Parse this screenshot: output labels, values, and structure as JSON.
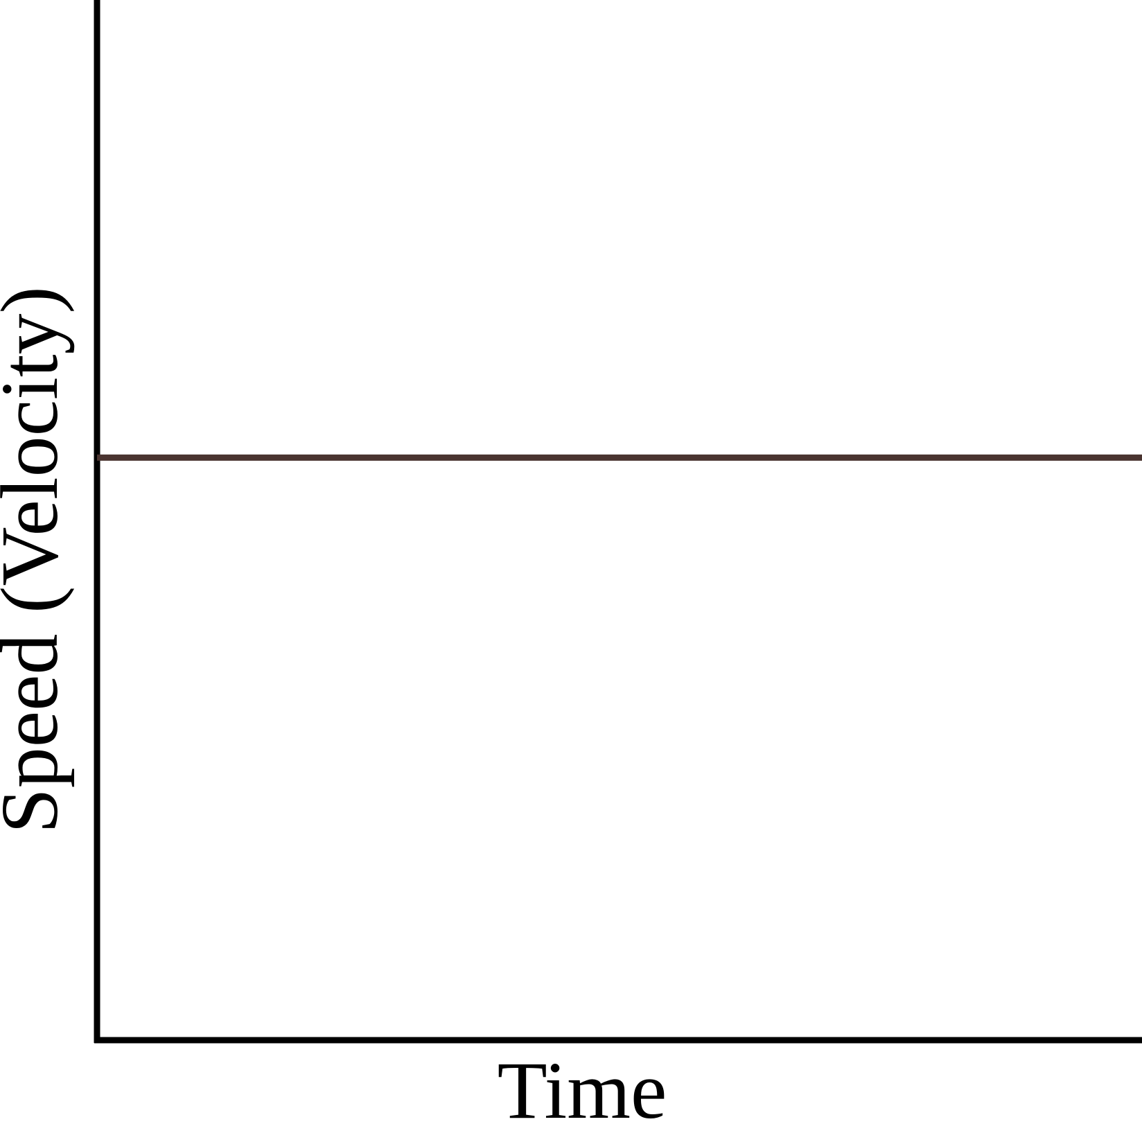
{
  "chart_data": {
    "type": "line",
    "title": "",
    "xlabel": "Time",
    "ylabel": "Speed (Velocity)",
    "xlim": [
      0,
      1
    ],
    "ylim": [
      0,
      1
    ],
    "grid": false,
    "series": [
      {
        "x": [
          0,
          1
        ],
        "y": [
          0.56,
          0.56
        ],
        "color": "#4a3430"
      }
    ],
    "axis_color": "#000000"
  }
}
